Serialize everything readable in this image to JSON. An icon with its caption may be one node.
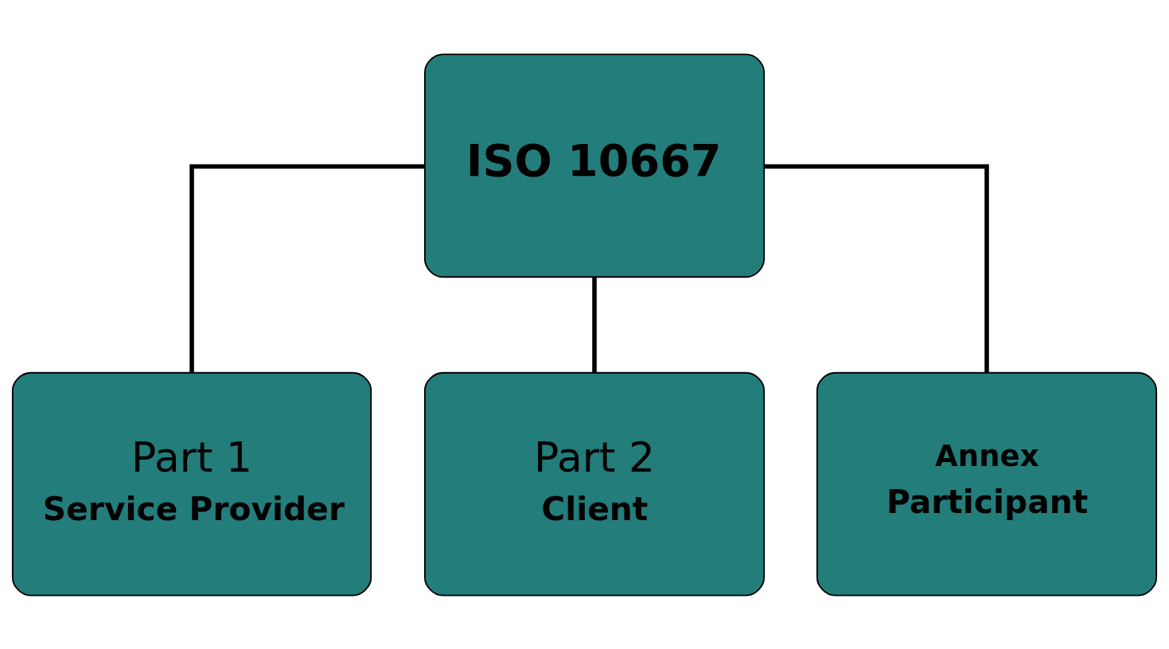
{
  "diagram": {
    "nodes": [
      {
        "text": [
          "ISO 10667"
        ]
      },
      {
        "text": [
          "Part 1",
          "Service Provider"
        ]
      },
      {
        "text": [
          "Part 2",
          "Client"
        ]
      },
      {
        "text": [
          "Annex",
          "Participant"
        ]
      }
    ],
    "edges": [
      {
        "from": 0,
        "to": 1,
        "arrow": "none"
      },
      {
        "from": 0,
        "to": 2,
        "arrow": "none"
      },
      {
        "from": 0,
        "to": 3,
        "arrow": "none"
      }
    ]
  }
}
